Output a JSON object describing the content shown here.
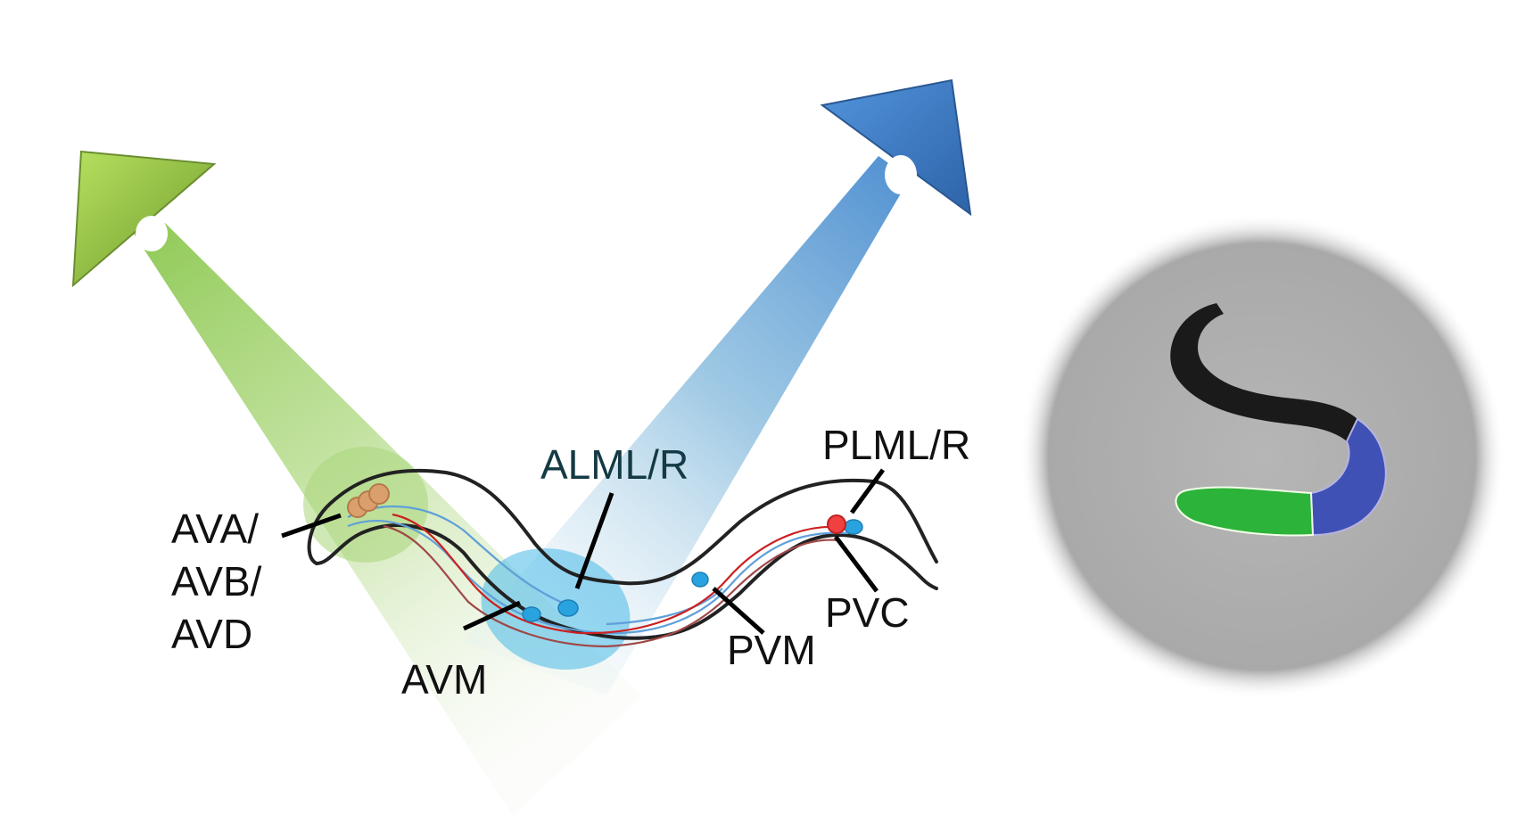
{
  "figure": {
    "title": "Dual-color selective optogenetic illumination of C. elegans neurons",
    "projectors": [
      {
        "id": "green",
        "name": "green light projector",
        "color": "#8dc63f"
      },
      {
        "id": "blue",
        "name": "blue light projector",
        "color": "#3a77c2"
      }
    ],
    "labels": {
      "ava_line1": "AVA/",
      "ava_line2": "AVB/",
      "ava_line3": "AVD",
      "alm": "ALML/R",
      "avm": "AVM",
      "pvm": "PVM",
      "plm": "PLML/R",
      "pvc": "PVC"
    },
    "colors": {
      "green_beam": "#9ccf5e",
      "blue_beam": "#5b9bd5",
      "interneuron_cell": "#d9a06e",
      "touch_neuron_cell": "#29a3e0",
      "pvc_cell": "#f04040",
      "worm_outline": "#222222",
      "neurite_red": "#cc2020",
      "neurite_blue": "#5fa0d8"
    },
    "worm_image": {
      "segments": [
        {
          "region": "head",
          "color": "#1a1a1a"
        },
        {
          "region": "midbody",
          "color": "#3f51b5"
        },
        {
          "region": "tail",
          "color": "#2cb33a"
        }
      ],
      "background": "#b4b4b4"
    }
  }
}
